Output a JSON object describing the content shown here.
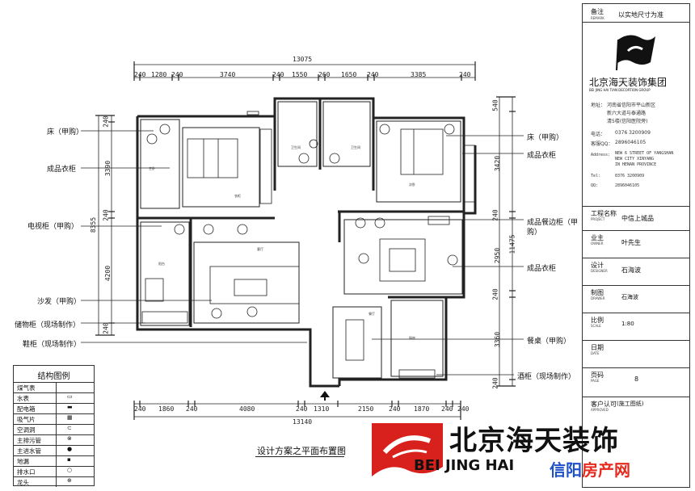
{
  "plan_title": "设计方案之平面布置图",
  "top_dims": {
    "total": "13075",
    "segments": [
      "240",
      "1280",
      "240",
      "3740",
      "240",
      "1550",
      "260",
      "1650",
      "240",
      "3385",
      "240"
    ]
  },
  "bottom_dims": {
    "total": "13140",
    "segments": [
      "240",
      "1860",
      "240",
      "4080",
      "240",
      "1310",
      "2150",
      "240",
      "1870",
      "240",
      "240"
    ]
  },
  "left_dims": {
    "total": "8355",
    "segments": [
      "240",
      "3390",
      "240",
      "4200",
      "240"
    ]
  },
  "right_dims": {
    "total": "11475",
    "segments": [
      "540",
      "3420",
      "240",
      "2950",
      "240",
      "3360",
      "240"
    ]
  },
  "left_labels": [
    "床（甲购）",
    "成品衣柜",
    "电视柜（甲购）",
    "沙发（甲购）",
    "储物柜（现场制作）",
    "鞋柜（现场制作）"
  ],
  "right_labels": [
    "床（甲购）",
    "成品衣柜",
    "成品餐边柜（甲",
    "购）",
    "成品衣柜",
    "餐桌（甲购）",
    "酒柜（现场制作）"
  ],
  "room_labels": [
    "主卧",
    "衣柜",
    "卫生间",
    "卫生间",
    "次卧",
    "客厅",
    "餐厅",
    "厨房",
    "阳台"
  ],
  "legend": {
    "title": "结构图例",
    "items": [
      {
        "name": "煤气表",
        "symbol": ""
      },
      {
        "name": "水表",
        "symbol": "▭"
      },
      {
        "name": "配电箱",
        "symbol": "▬"
      },
      {
        "name": "吸气片",
        "symbol": "▦"
      },
      {
        "name": "空调洞",
        "symbol": "⊂"
      },
      {
        "name": "主排污管",
        "symbol": "⊗"
      },
      {
        "name": "主进水管",
        "symbol": "●"
      },
      {
        "name": "地漏",
        "symbol": "▪"
      },
      {
        "name": "排水口",
        "symbol": "○"
      },
      {
        "name": "龙头",
        "symbol": "⊕"
      }
    ]
  },
  "title_block": {
    "note_label": "备注",
    "note_label_en": "REMARK",
    "note_value": "以实地尺寸为准",
    "company_zh": "北京海天装饰集团",
    "company_en": "BEI JING HAI TIAN DECORTION GROUP",
    "address_label": "地址：",
    "address_lines": [
      "河南省信阳市平山新区",
      "新六大道与泰通路",
      "清5楼(信阳医院旁)"
    ],
    "phone_label": "电话：",
    "phone": "0376 3200909",
    "qq_label": "客服QQ：",
    "qq": "2896046105",
    "address_en_label": "Address:",
    "address_en_lines": [
      "NEW 6 STREET OF YANGSHAN",
      "NEW CITY XINYANG",
      "IN HENAN PROVINCE"
    ],
    "tel_label": "Tel:",
    "tel": "0376 3200909",
    "qq_en_label": "QQ:",
    "qq_en": "2896046105",
    "fields": [
      {
        "label": "工程名称",
        "label_en": "PROJECT",
        "value": "中信上城品"
      },
      {
        "label": "业主",
        "label_en": "OWNER",
        "value": "叶先生"
      },
      {
        "label": "设计",
        "label_en": "DESIGNER",
        "value": "石海波"
      },
      {
        "label": "制图",
        "label_en": "DRAWER",
        "value": "石海波"
      },
      {
        "label": "比例",
        "label_en": "SCALE",
        "value": "1:80"
      },
      {
        "label": "日期",
        "label_en": "DATE",
        "value": ""
      },
      {
        "label": "页码",
        "label_en": "PAGE",
        "value": "8"
      },
      {
        "label": "客户认可",
        "label_en": "APPROVED",
        "value": "(施工图纸)"
      }
    ]
  },
  "watermark": {
    "zh": "北京海天装饰",
    "en": "BEI JING HAI",
    "site": "信阳房产网",
    "site_colors": {
      "first": "#1e50c8",
      "rest": "#e52a1e"
    }
  },
  "colors": {
    "logo_red": "#d8211c",
    "line": "#222222"
  }
}
